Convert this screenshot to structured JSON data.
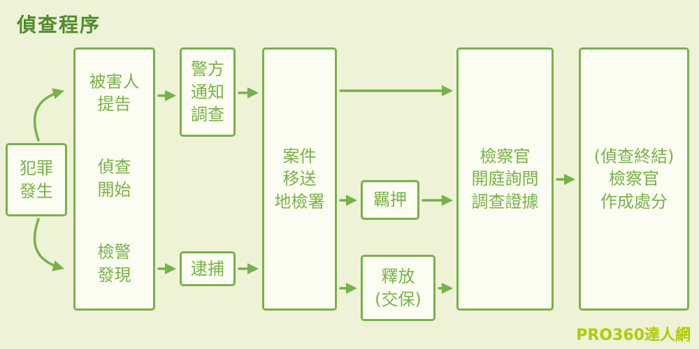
{
  "title": "偵查程序",
  "watermark": "PRO360達人網",
  "colors": {
    "background": "#eef3d8",
    "box_fill": "#fcfdf2",
    "line_green": "#78b148",
    "title_green": "#4f8a2b",
    "watermark_yellow_green": "#b2ca06"
  },
  "nodes": {
    "crime": "犯罪\n發生",
    "victim_report": "被害人\n提告",
    "investigation_start": "偵查\n開始",
    "police_discovery": "檢警\n發現",
    "police_notify": "警方\n通知\n調查",
    "arrest": "逮捕",
    "case_transfer": "案件\n移送\n地檢署",
    "detention": "羈押",
    "release": "釋放\n(交保)",
    "prosecutor_hearing": "檢察官\n開庭詢問\n調查證據",
    "final_disposition": "(偵查終結)\n檢察官\n作成處分"
  }
}
